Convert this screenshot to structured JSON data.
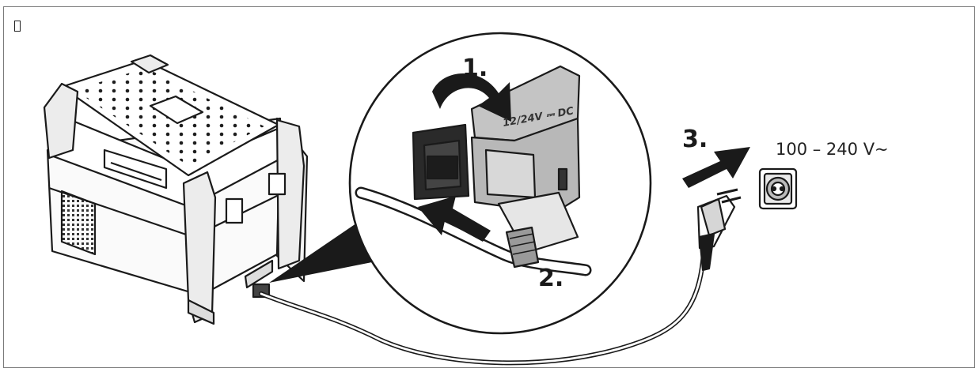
{
  "diagram": {
    "steps": {
      "step1": "1.",
      "step2": "2.",
      "step3": "3."
    },
    "voltage_label": "100 – 240 V~",
    "dc_label": "12/24V ⎓ DC",
    "icons": [
      "cooler-box-icon",
      "power-socket-icon",
      "mains-plug-icon",
      "rotate-arrow-icon",
      "push-arrow-icon"
    ]
  }
}
